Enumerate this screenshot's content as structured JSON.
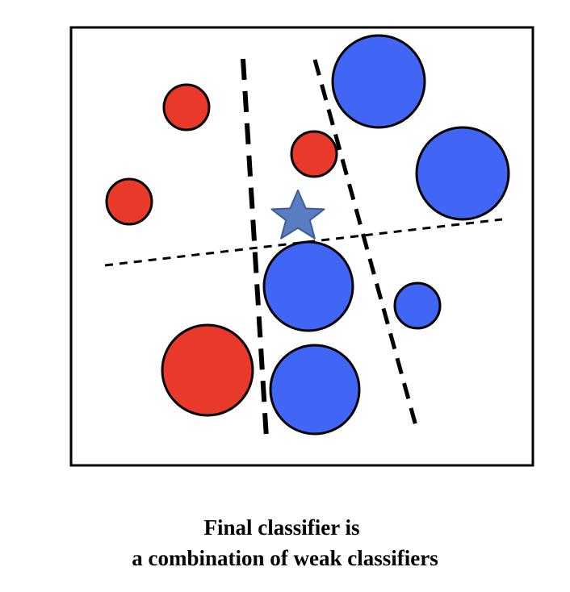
{
  "caption": {
    "line1": "Final classifier is",
    "line2": "a combination of weak classifiers"
  },
  "colors": {
    "class_red": "#e8392a",
    "class_blue": "#4166f5",
    "query_star": "#5a7cc0",
    "frame": "#000000"
  },
  "legend_semantics": {
    "red_points": "class A samples",
    "blue_points": "class B samples",
    "star": "query point",
    "dashed_lines": "weak classifier decision boundaries"
  }
}
